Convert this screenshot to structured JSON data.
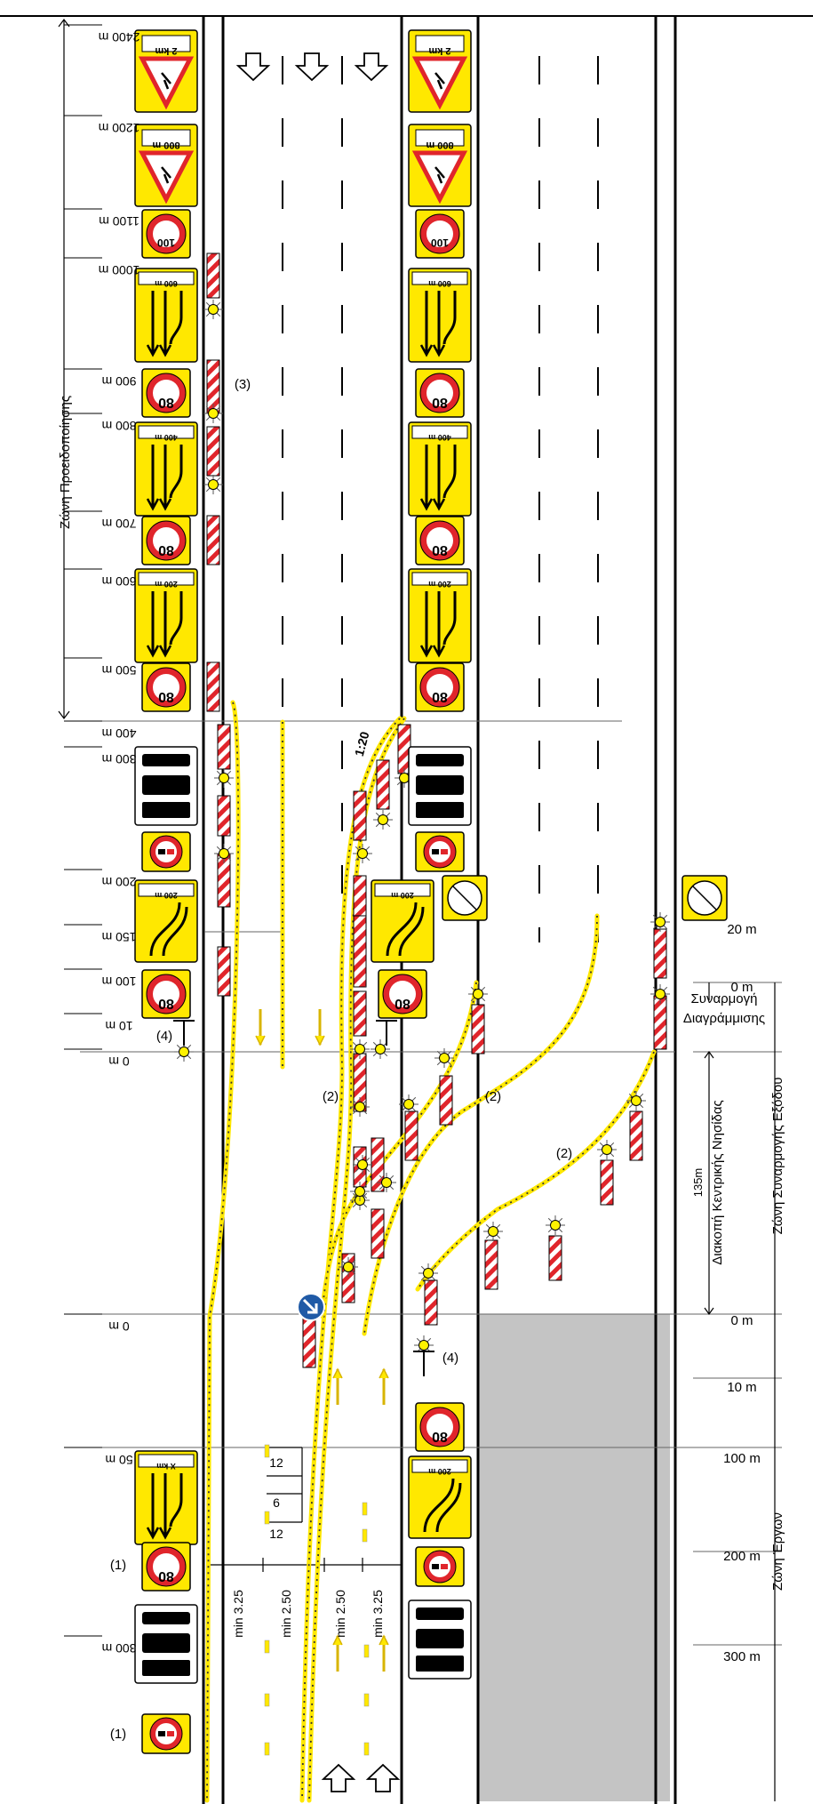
{
  "diagram": {
    "zones": {
      "warning": "Ζώνη Προειδοποίησης",
      "exit_merge": "Ζώνη Συναρμογής Εξόδου",
      "works": "Ζώνη Έργων",
      "median_gap": "Διακοπή Κεντρικής Νησίδας",
      "marking_merge_1": "Συναρμογή",
      "marking_merge_2": "Διαγράμμισης"
    },
    "left_distances": [
      "2400 m",
      "1200 m",
      "1100 m",
      "1000 m",
      "900 m",
      "800 m",
      "700 m",
      "600 m",
      "500 m",
      "400 m",
      "300 m",
      "200 m",
      "150 m",
      "100 m",
      "10 m",
      "0 m",
      "0 m",
      "50 m",
      "300 m"
    ],
    "right_distances": [
      "20 m",
      "0 m",
      "0 m",
      "10 m",
      "100 m",
      "200 m",
      "300 m"
    ],
    "gap_length": "135m",
    "lane_widths": [
      "min 3.25",
      "min 2.50",
      "min 2.50",
      "min 3.25"
    ],
    "marking_pattern": [
      "12",
      "6",
      "12"
    ],
    "taper": "1:20",
    "notes": [
      "(1)",
      "(1)",
      "(2)",
      "(2)",
      "(2)",
      "(3)",
      "(4)",
      "(4)"
    ],
    "sign_texts": {
      "km2": "2 km",
      "m800": "800 m",
      "m600": "600 m",
      "m400": "400 m",
      "m200": "200 m",
      "xkm": "X km",
      "speed100": "100",
      "speed80": "80"
    }
  }
}
